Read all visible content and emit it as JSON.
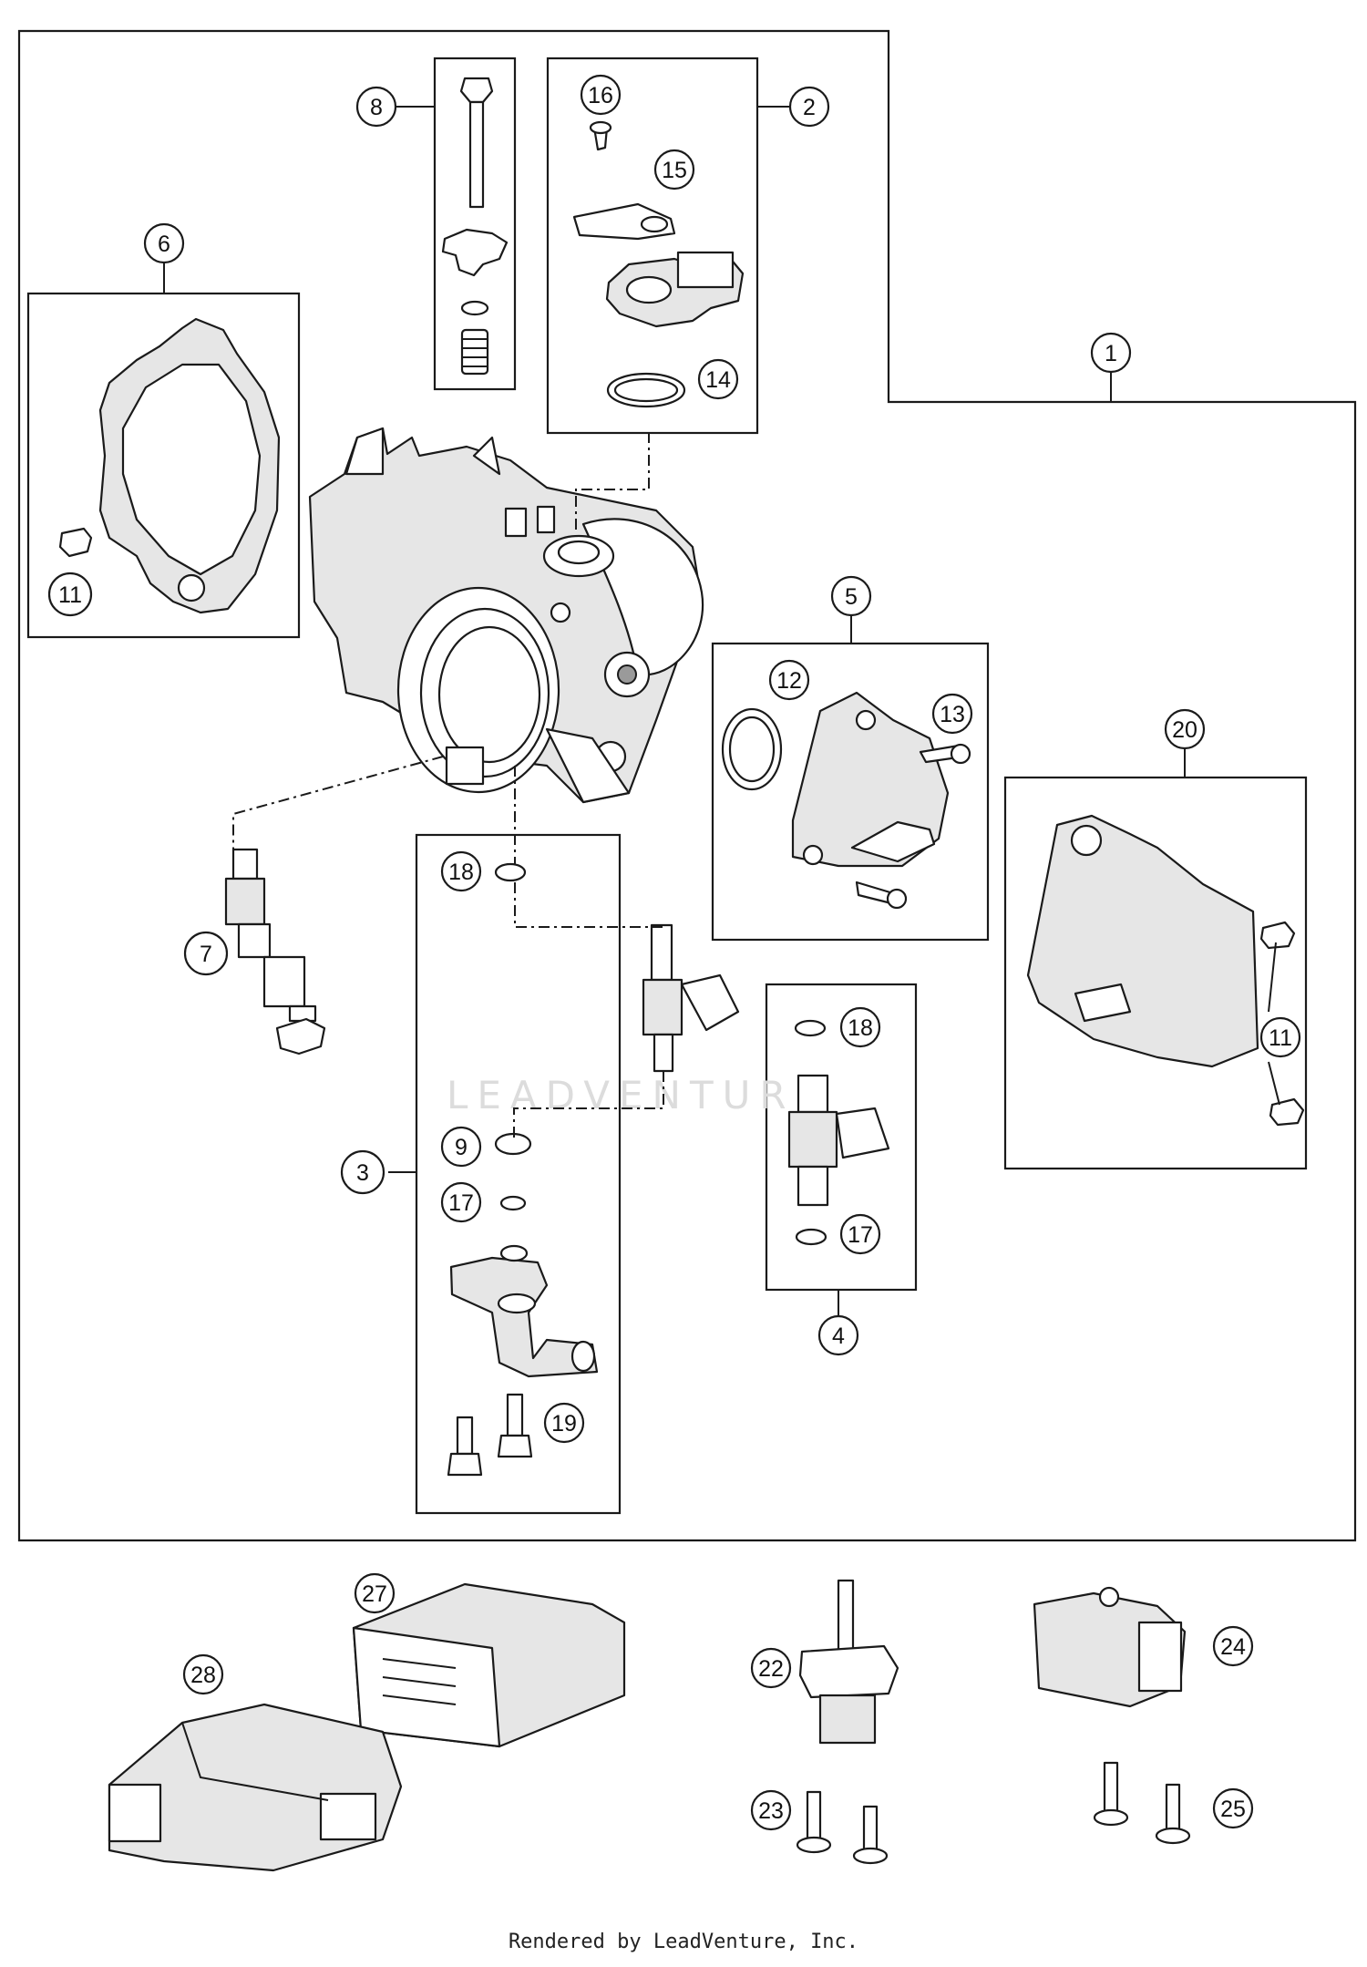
{
  "diagram": {
    "callouts": [
      "1",
      "2",
      "3",
      "4",
      "5",
      "6",
      "7",
      "8",
      "9",
      "11",
      "12",
      "13",
      "14",
      "15",
      "16",
      "17",
      "18",
      "19",
      "20",
      "22",
      "23",
      "24",
      "25",
      "27",
      "28"
    ],
    "extra_labels": [
      "11",
      "11",
      "18",
      "17"
    ],
    "watermark": "LEADVENTURE",
    "footer": "Rendered by LeadVenture, Inc."
  }
}
